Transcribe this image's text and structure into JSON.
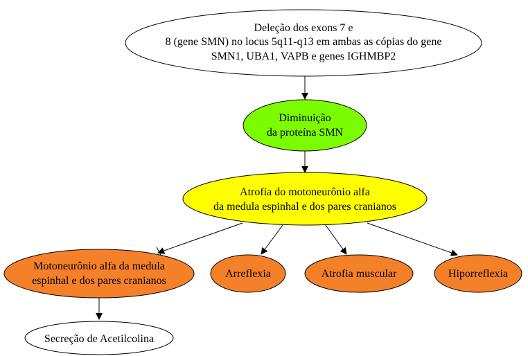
{
  "diagram": {
    "colors": {
      "white": "#ffffff",
      "green": "#7cfc00",
      "yellow": "#ffff00",
      "orange": "#f4802a",
      "stroke": "#000000"
    },
    "nodes": {
      "deletion": {
        "lines": [
          "Deleção dos exons 7 e",
          "8 (gene SMN) no locus 5q11-q13 em ambas as cópias do gene",
          "SMN1, UBA1, VAPB e genes IGHMBP2"
        ]
      },
      "smn_decrease": {
        "lines": [
          "Diminuição",
          "da proteína SMN"
        ]
      },
      "atrophy_motor": {
        "lines": [
          "Atrofia do motoneurônio alfa",
          "da medula espinhal e dos pares cranianos"
        ]
      },
      "motor_neuron": {
        "lines": [
          "Motoneurônio alfa da medula",
          "espinhal e dos pares cranianos"
        ]
      },
      "areflexia": {
        "lines": [
          "Arreflexia"
        ]
      },
      "muscle_atrophy": {
        "lines": [
          "Atrofia muscular"
        ]
      },
      "hyporeflexia": {
        "lines": [
          "Hiporreflexia"
        ]
      },
      "acetylcholine": {
        "lines": [
          "Secreção de Acetilcolina"
        ]
      }
    }
  }
}
